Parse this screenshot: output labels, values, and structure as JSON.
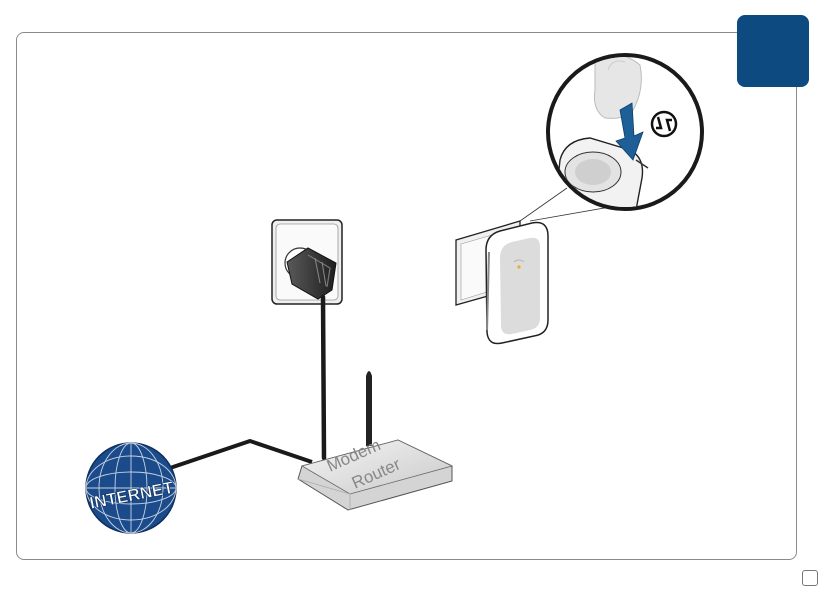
{
  "labels": {
    "router_line1": "Modem",
    "router_line2": "Router",
    "globe": "INTERNET"
  },
  "colors": {
    "badge": "#0c4a80",
    "globe": "#1b4b8a",
    "cable": "#1a1a1a",
    "arrow": "#1f5f97",
    "frame": "#8a8a8a"
  }
}
